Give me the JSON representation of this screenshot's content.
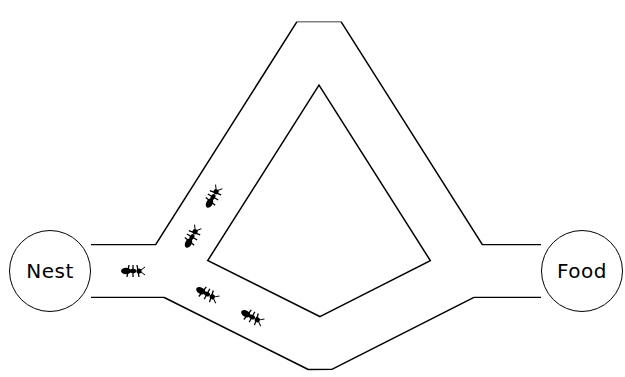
{
  "diagram": {
    "nodes": [
      {
        "text": [
          "Nest"
        ]
      },
      {
        "text": [
          "Food"
        ]
      }
    ],
    "edges": [
      {
        "from": 0,
        "to": 1,
        "arrow": "none"
      },
      {
        "from": 0,
        "to": 1,
        "arrow": "none"
      }
    ]
  }
}
